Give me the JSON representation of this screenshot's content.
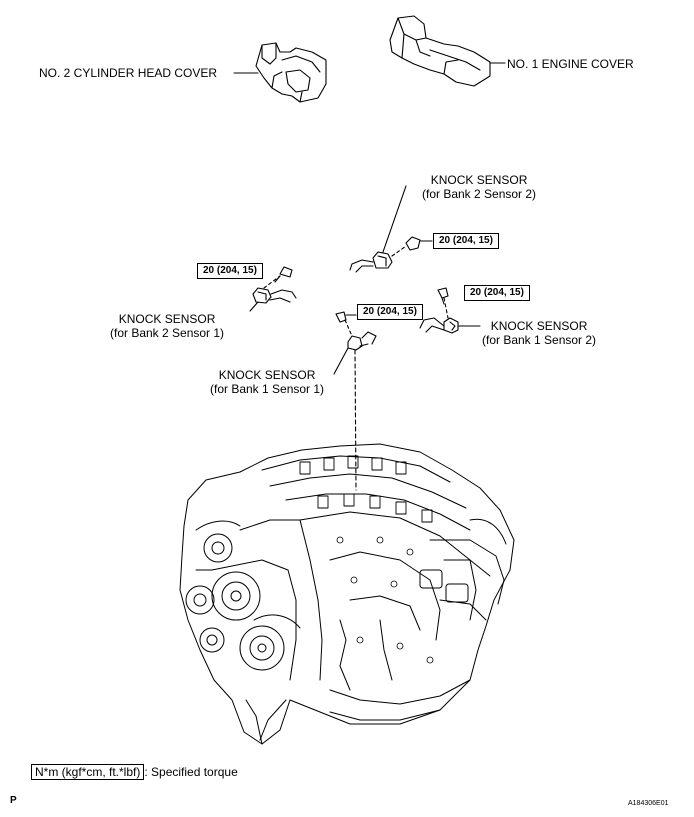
{
  "parts": {
    "no2_cylinder_head_cover": "NO. 2 CYLINDER HEAD COVER",
    "no1_engine_cover": "NO. 1 ENGINE COVER",
    "knock_b2s2": {
      "title": "KNOCK SENSOR",
      "sub": "(for Bank 2 Sensor 2)"
    },
    "knock_b2s1": {
      "title": "KNOCK SENSOR",
      "sub": "(for Bank 2 Sensor 1)"
    },
    "knock_b1s2": {
      "title": "KNOCK SENSOR",
      "sub": "(for Bank 1 Sensor 2)"
    },
    "knock_b1s1": {
      "title": "KNOCK SENSOR",
      "sub": "(for Bank 1 Sensor 1)"
    }
  },
  "torques": {
    "b2s2": "20 (204, 15)",
    "b2s1": "20 (204, 15)",
    "b1s2": "20 (204, 15)",
    "b1s1": "20 (204, 15)"
  },
  "legend": {
    "unit_box": "N*m (kgf*cm, ft.*lbf)",
    "text": ": Specified torque"
  },
  "page_marker": "P",
  "figure_code": "A184306E01"
}
